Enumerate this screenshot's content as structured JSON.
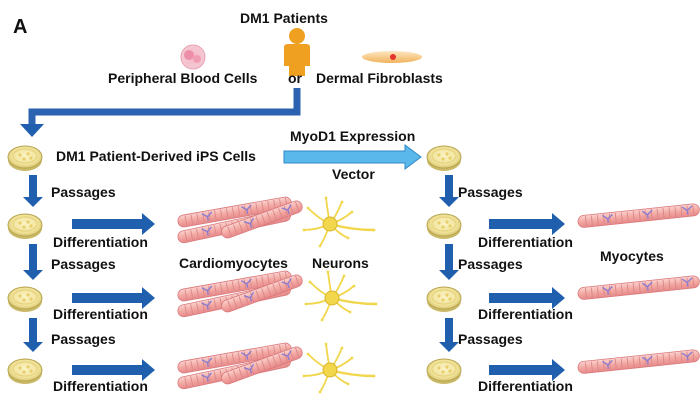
{
  "panel_label": "A",
  "source": {
    "patients": "DM1 Patients",
    "blood_cells": "Peripheral  Blood Cells",
    "or": "or",
    "fibroblasts": "Dermal Fibroblasts"
  },
  "ips": {
    "label": "DM1 Patient-Derived iPS Cells",
    "vector_line1": "MyoD1 Expression",
    "vector_line2": "Vector"
  },
  "steps": {
    "passages": "Passages",
    "differentiation": "Differentiation"
  },
  "cell_types": {
    "cardiomyocytes": "Cardiomyocytes",
    "neurons": "Neurons",
    "myocytes": "Myocytes"
  },
  "colors": {
    "arrow_blue": "#1f5fad",
    "vector_arrow": "#5bb8ea",
    "person_orange": "#f0a020",
    "dish_yellow": "#f1e39b",
    "muscle_pink": "#f3a9a3",
    "neuron_yellow": "#f2d64b"
  }
}
